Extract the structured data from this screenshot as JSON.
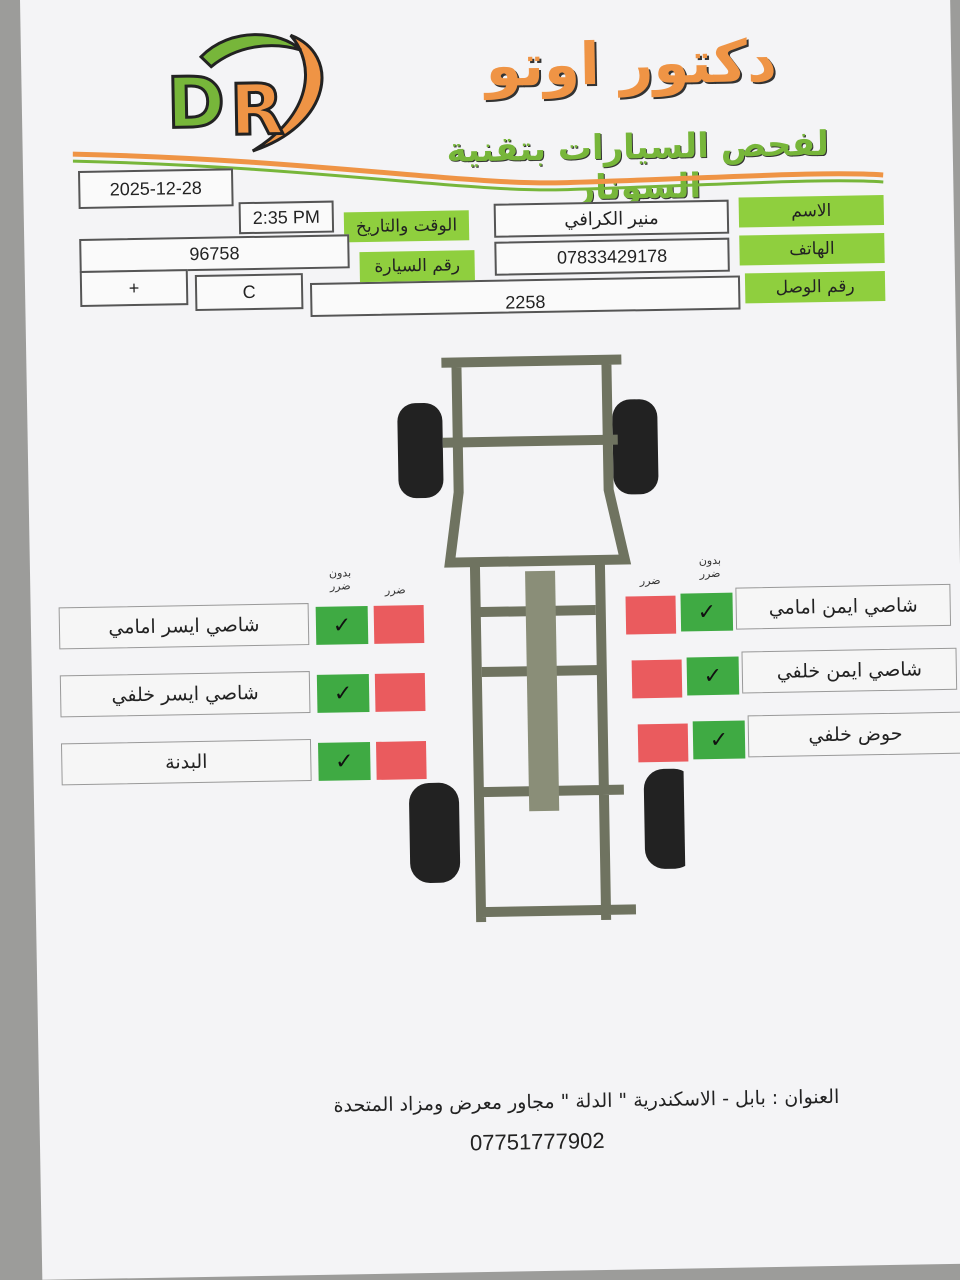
{
  "header": {
    "logo_text": "DR",
    "title": "دكتور اوتو",
    "subtitle": "لفحص السيارات بتقنية السونار"
  },
  "colors": {
    "green": "#8fcf3e",
    "orange": "#ef9445",
    "ok": "#3faa43",
    "damage": "#ea5b5e"
  },
  "form": {
    "name_label": "الاسم",
    "name_value": "منير الكرافي",
    "phone_label": "الهاتف",
    "phone_value": "07833429178",
    "receipt_label": "رقم الوصل",
    "receipt_value": "2258",
    "datetime_label": "الوقت والتاريخ",
    "time_value": "2:35 PM",
    "date_value": "2025-12-28",
    "plate_label": "رقم السيارة",
    "plate_value": "96758",
    "plate_letter": "C",
    "plate_extra": "+"
  },
  "columns": {
    "no_damage": "بدون ضرر",
    "damage": "ضرر"
  },
  "parts_right": [
    {
      "label": "شاصي ايمن امامي",
      "status": "no_damage"
    },
    {
      "label": "شاصي ايمن خلفي",
      "status": "no_damage"
    },
    {
      "label": "حوض خلفي",
      "status": "no_damage"
    }
  ],
  "parts_left": [
    {
      "label": "شاصي ايسر امامي",
      "status": "no_damage"
    },
    {
      "label": "شاصي ايسر خلفي",
      "status": "no_damage"
    },
    {
      "label": "البدنة",
      "status": "no_damage"
    }
  ],
  "footer": {
    "address_line1": "العنوان : بابل - الاسكندرية \" الدلة \" مجاور معرض ومزاد المتحدة",
    "phone": "07751777902"
  }
}
